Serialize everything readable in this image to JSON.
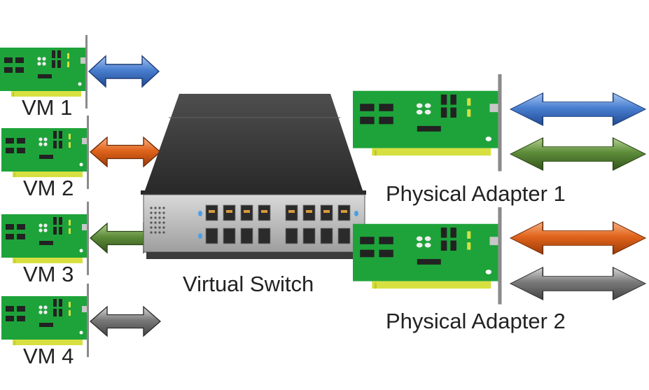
{
  "labels": {
    "vm1": "VM 1",
    "vm2": "VM 2",
    "vm3": "VM 3",
    "vm4": "VM 4",
    "switch": "Virtual Switch",
    "adapter1": "Physical Adapter 1",
    "adapter2": "Physical Adapter 2"
  },
  "colors": {
    "blue": "#4a7fd0",
    "orange": "#e1641c",
    "green": "#5d8c3a",
    "gray": "#7a7a7a",
    "pcb": "#1ea33a",
    "pins": "#d7e040",
    "switch_body": "#3c3c3c",
    "switch_panel": "#bdbdbd"
  },
  "vm_nics": [
    {
      "name": "VM 1",
      "arrow": "blue"
    },
    {
      "name": "VM 2",
      "arrow": "orange"
    },
    {
      "name": "VM 3",
      "arrow": "green"
    },
    {
      "name": "VM 4",
      "arrow": "gray"
    }
  ],
  "physical_adapters": [
    {
      "name": "Physical Adapter 1",
      "arrows": [
        "blue",
        "green"
      ]
    },
    {
      "name": "Physical Adapter 2",
      "arrows": [
        "orange",
        "gray"
      ]
    }
  ]
}
